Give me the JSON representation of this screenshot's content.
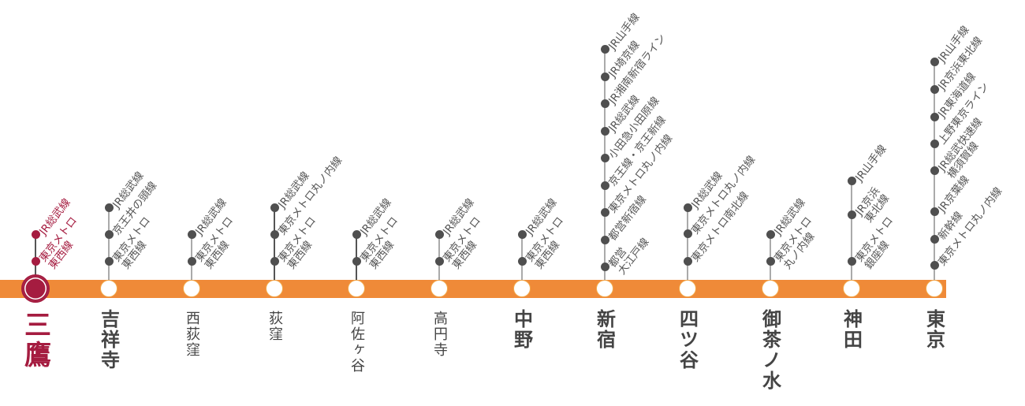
{
  "colors": {
    "line": "#ef8a38",
    "current": "#a51c40",
    "transfer_dot": "#4f4f4f"
  },
  "stations": [
    {
      "name": "三鷹",
      "style": "main",
      "transfers": [
        "JR総武線",
        "東京メトロ\n東西線"
      ]
    },
    {
      "name": "吉祥寺",
      "style": "big",
      "transfers": [
        "JR総武線",
        "京王井の頭線",
        "東京メトロ\n東西線"
      ]
    },
    {
      "name": "西荻窪",
      "style": "small",
      "transfers": [
        "JR総武線",
        "東京メトロ\n東西線"
      ]
    },
    {
      "name": "荻窪",
      "style": "small",
      "transfers": [
        "JR総武線",
        "東京メトロ丸ノ内線",
        "東京メトロ\n東西線"
      ]
    },
    {
      "name": "阿佐ヶ谷",
      "style": "small",
      "transfers": [
        "JR総武線",
        "東京メトロ\n東西線"
      ]
    },
    {
      "name": "高円寺",
      "style": "small",
      "transfers": [
        "JR総武線",
        "東京メトロ\n東西線"
      ]
    },
    {
      "name": "中野",
      "style": "big",
      "transfers": [
        "JR総武線",
        "東京メトロ\n東西線"
      ]
    },
    {
      "name": "新宿",
      "style": "big",
      "transfers": [
        "JR山手線",
        "JR埼京線",
        "JR湘南新宿ライン",
        "JR総武線",
        "小田急小田原線",
        "京王線・京王新線",
        "東京メトロ丸ノ内線",
        "都営新宿線",
        "都営\n大江戸線"
      ]
    },
    {
      "name": "四ツ谷",
      "style": "big",
      "transfers": [
        "JR総武線",
        "東京メトロ丸ノ内線",
        "東京メトロ南北線"
      ]
    },
    {
      "name": "御茶ノ水",
      "style": "big",
      "transfers": [
        "JR総武線",
        "東京メトロ\n丸ノ内線"
      ]
    },
    {
      "name": "神田",
      "style": "big",
      "transfers": [
        "JR山手線",
        "JR京浜\n東北線",
        "東京メトロ\n銀座線"
      ]
    },
    {
      "name": "東京",
      "style": "big",
      "transfers": [
        "JR山手線",
        "JR京浜東北線",
        "JR東海道線",
        "上野東京ライン",
        "JR総武快速線\n横須賀線",
        "JR京葉線",
        "新幹線",
        "東京メトロ丸ノ内線"
      ]
    }
  ]
}
